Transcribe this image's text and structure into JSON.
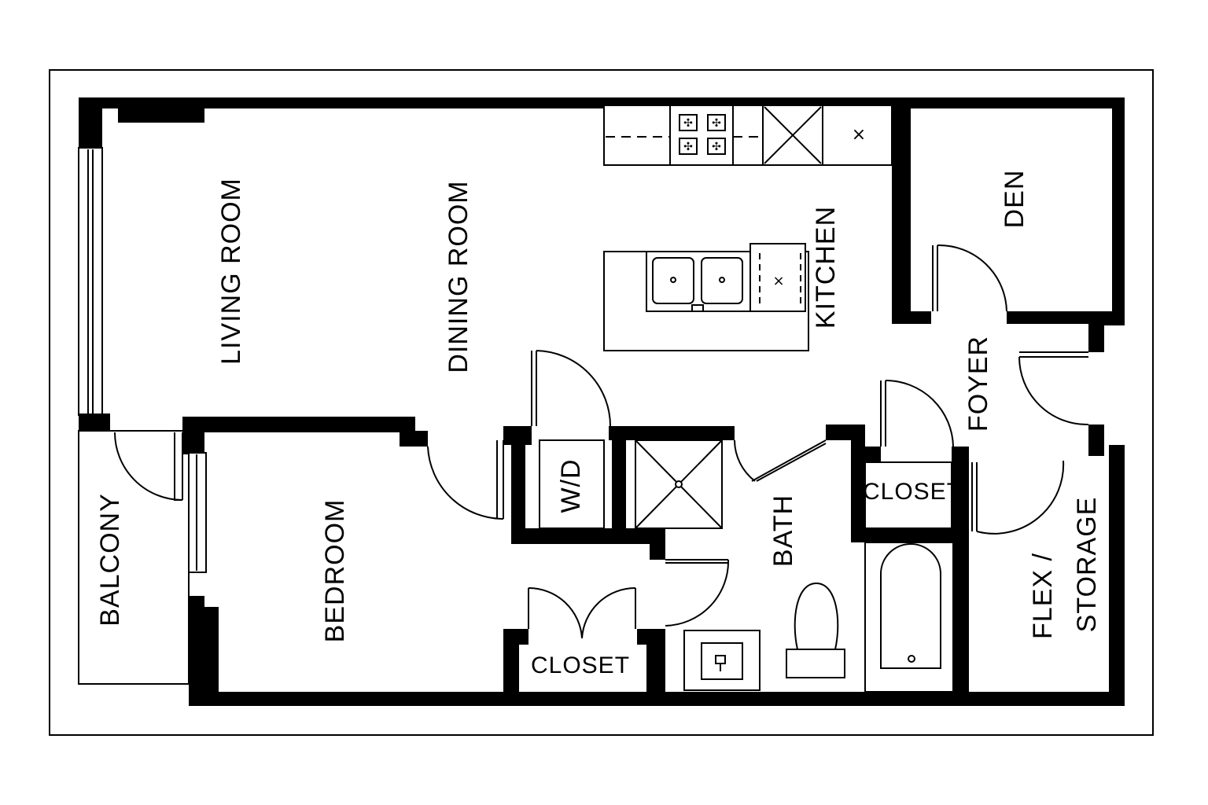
{
  "rooms": {
    "living_room": "LIVING ROOM",
    "dining_room": "DINING ROOM",
    "kitchen": "KITCHEN",
    "den": "DEN",
    "foyer": "FOYER",
    "balcony": "BALCONY",
    "bedroom": "BEDROOM",
    "washer_dryer": "W/D",
    "bath": "BATH",
    "closet_bath": "CLOSET",
    "closet_bedroom": "CLOSET",
    "flex_storage_line1": "FLEX /",
    "flex_storage_line2": "STORAGE"
  },
  "colors": {
    "wall": "#000000",
    "background": "#ffffff"
  }
}
